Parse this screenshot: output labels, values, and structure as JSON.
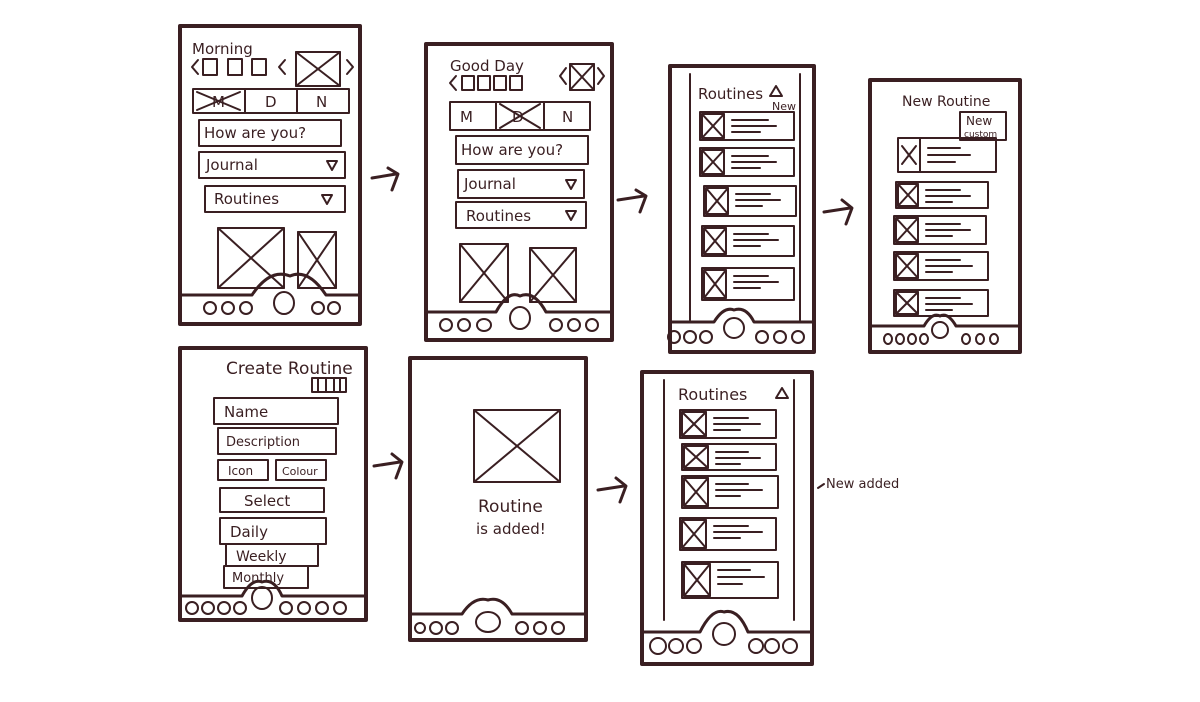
{
  "ink_color": "#3a1f22",
  "screen1": {
    "greeting": "Morning",
    "tabs": [
      "M",
      "D",
      "N"
    ],
    "question": "How are you?",
    "journal": "Journal",
    "routines": "Routines"
  },
  "screen2": {
    "greeting": "Good Day",
    "tabs": [
      "M",
      "D",
      "N"
    ],
    "question": "How are you?",
    "journal": "Journal",
    "routines": "Routines"
  },
  "screen3": {
    "title": "Routines",
    "new_button": "New"
  },
  "screen4": {
    "title": "New Routine",
    "new_button_line1": "New",
    "new_button_line2": "custom"
  },
  "screen5": {
    "title": "Create Routine",
    "name_field": "Name",
    "description_field": "Description",
    "icon_button": "Icon",
    "color_button": "Colour",
    "select_button": "Select",
    "options": [
      "Daily",
      "Weekly",
      "Monthly"
    ]
  },
  "screen6": {
    "message_line1": "Routine",
    "message_line2": "is added!"
  },
  "screen7": {
    "title": "Routines"
  },
  "annotation": "New added"
}
